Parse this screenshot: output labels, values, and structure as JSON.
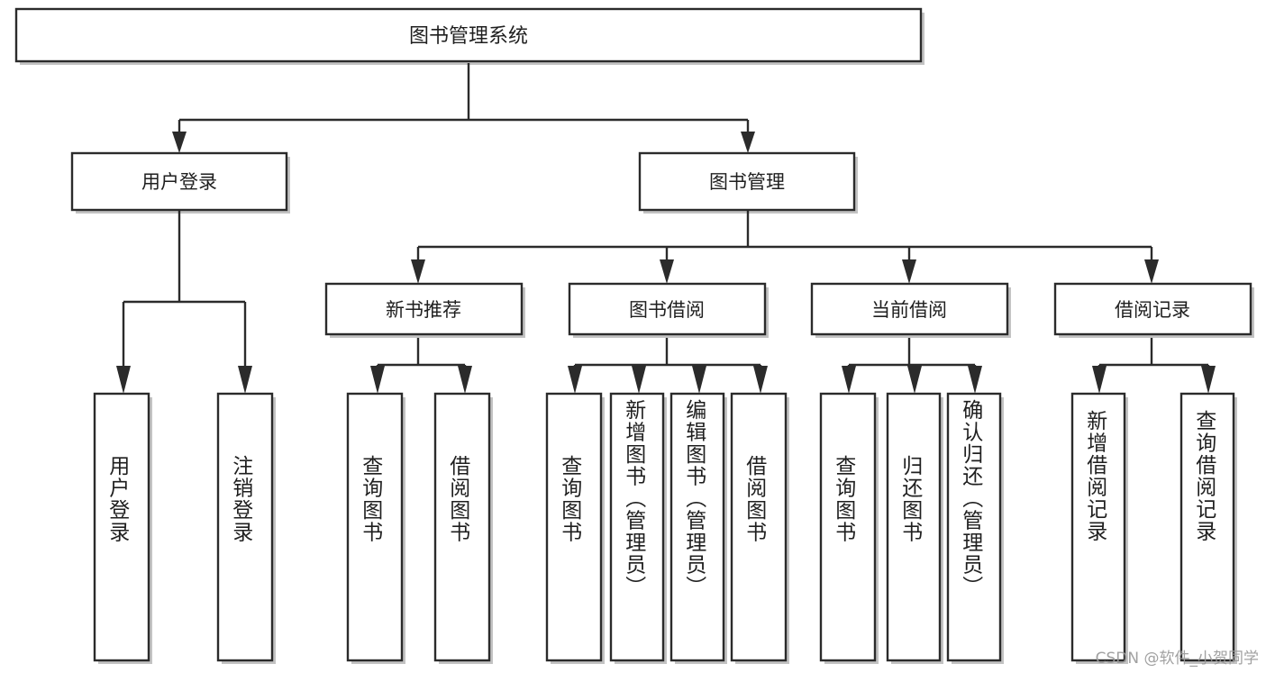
{
  "diagram": {
    "title": "图书管理系统",
    "type": "tree-hierarchy",
    "watermark": "CSDN @软件_小贺同学",
    "colors": {
      "stroke": "#2b2b2b",
      "fill": "#ffffff",
      "text": "#1f1f1f",
      "shadow": "#b9b9b9",
      "watermark": "#9a9a9a"
    },
    "levels": {
      "root": "图书管理系统",
      "level2": [
        "用户登录",
        "图书管理"
      ],
      "level3": [
        "新书推荐",
        "图书借阅",
        "当前借阅",
        "借阅记录"
      ]
    },
    "nodes": {
      "root": {
        "label": "图书管理系统"
      },
      "user_login": {
        "label": "用户登录"
      },
      "book_manage": {
        "label": "图书管理"
      },
      "new_book_rec": {
        "label": "新书推荐"
      },
      "book_borrow": {
        "label": "图书借阅"
      },
      "current_borrow": {
        "label": "当前借阅"
      },
      "borrow_record": {
        "label": "借阅记录"
      },
      "leaf_user_login": {
        "label": "用户登录"
      },
      "leaf_logout": {
        "label": "注销登录"
      },
      "leaf_query_book_1": {
        "label": "查询图书"
      },
      "leaf_borrow_book_1": {
        "label": "借阅图书"
      },
      "leaf_query_book_2": {
        "label": "查询图书"
      },
      "leaf_add_book": {
        "label": "新增图书（管理员）"
      },
      "leaf_edit_book": {
        "label": "编辑图书（管理员）"
      },
      "leaf_borrow_book_2": {
        "label": "借阅图书"
      },
      "leaf_query_book_3": {
        "label": "查询图书"
      },
      "leaf_return_book": {
        "label": "归还图书"
      },
      "leaf_confirm_return": {
        "label": "确认归还（管理员）"
      },
      "leaf_add_record": {
        "label": "新增借阅记录"
      },
      "leaf_query_record": {
        "label": "查询借阅记录"
      }
    },
    "edges": [
      {
        "from": "图书管理系统",
        "to": "用户登录"
      },
      {
        "from": "图书管理系统",
        "to": "图书管理"
      },
      {
        "from": "用户登录",
        "to": "用户登录"
      },
      {
        "from": "用户登录",
        "to": "注销登录"
      },
      {
        "from": "图书管理",
        "to": "新书推荐"
      },
      {
        "from": "图书管理",
        "to": "图书借阅"
      },
      {
        "from": "图书管理",
        "to": "当前借阅"
      },
      {
        "from": "图书管理",
        "to": "借阅记录"
      },
      {
        "from": "新书推荐",
        "to": "查询图书"
      },
      {
        "from": "新书推荐",
        "to": "借阅图书"
      },
      {
        "from": "图书借阅",
        "to": "查询图书"
      },
      {
        "from": "图书借阅",
        "to": "新增图书（管理员）"
      },
      {
        "from": "图书借阅",
        "to": "编辑图书（管理员）"
      },
      {
        "from": "图书借阅",
        "to": "借阅图书"
      },
      {
        "from": "当前借阅",
        "to": "查询图书"
      },
      {
        "from": "当前借阅",
        "to": "归还图书"
      },
      {
        "from": "当前借阅",
        "to": "确认归还（管理员）"
      },
      {
        "from": "借阅记录",
        "to": "新增借阅记录"
      },
      {
        "from": "借阅记录",
        "to": "查询借阅记录"
      }
    ]
  }
}
